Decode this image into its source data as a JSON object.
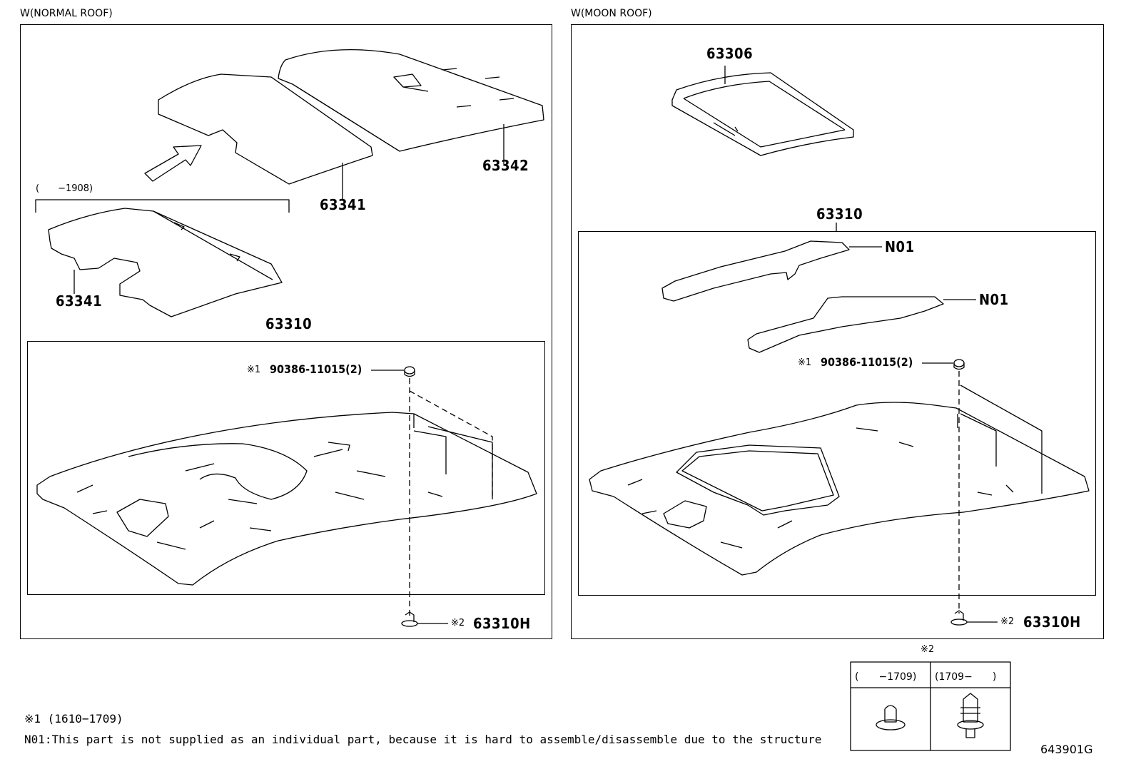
{
  "left_panel": {
    "title": "W(NORMAL ROOF)",
    "parts": {
      "p63342": "63342",
      "p63341_top": "63341",
      "p63341_old": "63341",
      "p63310": "63310",
      "bolt": "90386-11015(2)",
      "bolt_mark": "※1",
      "hole_plug": "63310H",
      "hole_plug_mark": "※2"
    },
    "date_range": "(　　−1908)"
  },
  "right_panel": {
    "title": "W(MOON ROOF)",
    "parts": {
      "p63306": "63306",
      "p63310": "63310",
      "n01_a": "N01",
      "n01_b": "N01",
      "bolt": "90386-11015(2)",
      "bolt_mark": "※1",
      "hole_plug": "63310H",
      "hole_plug_mark": "※2"
    }
  },
  "variant_table": {
    "title": "※2",
    "col1": "(　　−1709)",
    "col2": "(1709−　　)"
  },
  "footnotes": {
    "note1": "※1 (1610−1709)",
    "note2": "N01:This part is not supplied as an individual part, because it is hard to assemble/disassemble due to the structure"
  },
  "diagram_id": "643901G"
}
